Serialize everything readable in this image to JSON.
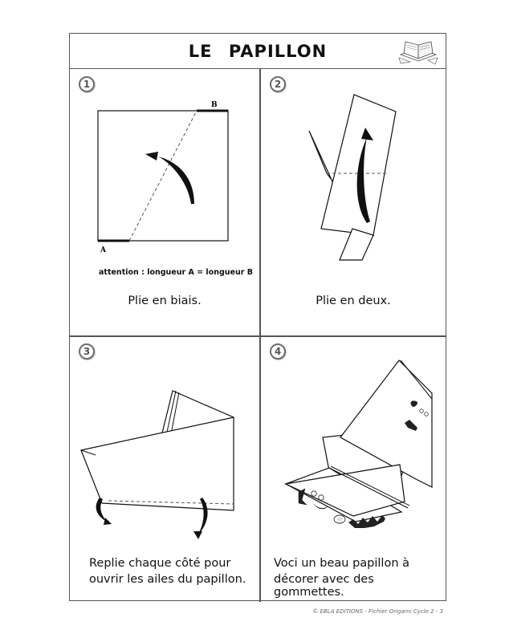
{
  "title": "LE PAPILLON",
  "steps": [
    {
      "number": "1",
      "caption": "Plie en biais.",
      "note": "attention  : longueur A = longueur B",
      "label_a": "A",
      "label_b": "B"
    },
    {
      "number": "2",
      "caption": "Plie en deux."
    },
    {
      "number": "3",
      "caption_line1": "Replie chaque côté pour",
      "caption_line2": "ouvrir les ailes du papillon."
    },
    {
      "number": "4",
      "caption_line1": "Voci un beau papillon à",
      "caption_line2": "décorer avec des gommettes."
    }
  ],
  "footer": "© EBLA EDITIONS - Fichier Origami Cycle 2 -   3",
  "icons": [
    "origami-book-logo-icon",
    "curved-arrow-icon"
  ]
}
